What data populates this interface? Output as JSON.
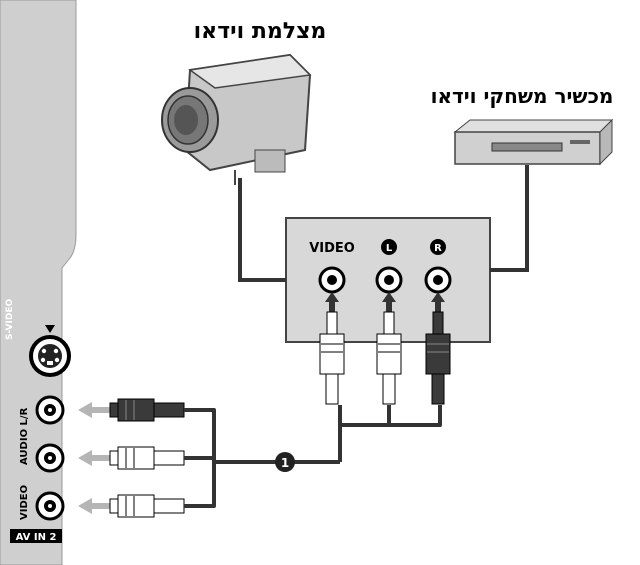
{
  "labels": {
    "camcorder": "מצלמת וידאו",
    "vcr": "מכשיר משחקי וידאו",
    "video": "VIDEO",
    "left_channel": "L",
    "right_channel": "R",
    "svideo": "S-VIDEO",
    "audio_lr": "AUDIO L/R",
    "video_side": "VIDEO",
    "av_in": "AV IN 2",
    "callout": "1"
  },
  "colors": {
    "panel": "#d8d8d8",
    "tv_side": "#cfcfcf",
    "cable": "#333333",
    "arrow": "#b5b5b5",
    "plug_dark": "#3a3a3a",
    "plug_light": "#ffffff"
  },
  "icons": [
    "camcorder-icon",
    "vcr-icon",
    "svideo-port-icon",
    "rca-jack-icon",
    "rca-plug-icon",
    "arrow-icon"
  ]
}
